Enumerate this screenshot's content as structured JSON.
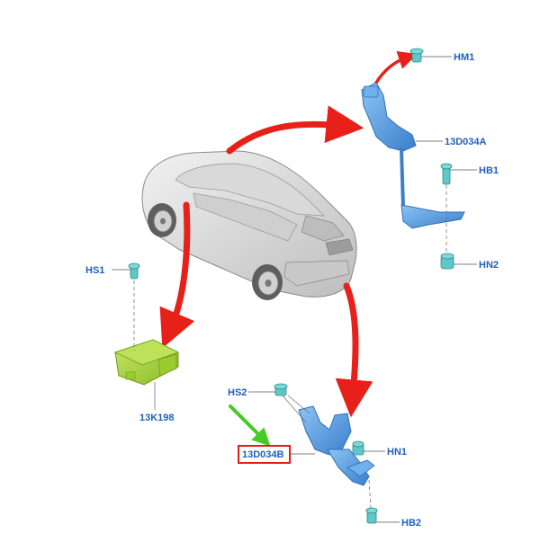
{
  "labels": {
    "hm1": "HM1",
    "sensor_a": "13D034A",
    "hb1": "HB1",
    "hn2": "HN2",
    "hs1": "HS1",
    "module": "13K198",
    "hs2": "HS2",
    "sensor_b": "13D034B",
    "hn1": "HN1",
    "hb2": "HB2"
  },
  "colors": {
    "part_blue": "#5aa0e6",
    "part_blue_dark": "#2f6fb8",
    "module_green": "#a8d63a",
    "arrow_red": "#e8201a",
    "pointer_green": "#44cc22",
    "highlight_box": "#e31b1b",
    "label_text": "#1f5fbf"
  },
  "highlighted_part": "13D034B"
}
